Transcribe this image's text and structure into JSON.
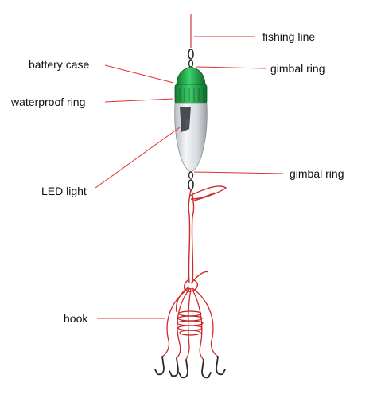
{
  "labels": {
    "fishing_line": "fishing line",
    "gimbal_ring_top": "gimbal ring",
    "battery_case": "battery case",
    "waterproof_ring": "waterproof ring",
    "gimbal_ring_bottom": "gimbal ring",
    "led_light": "LED light",
    "hook": "hook"
  },
  "colors": {
    "leader_line": "#e03030",
    "fishing_line": "#d93a3a",
    "body_green": "#1aa84a",
    "hook_metal": "#2a2a2a"
  }
}
